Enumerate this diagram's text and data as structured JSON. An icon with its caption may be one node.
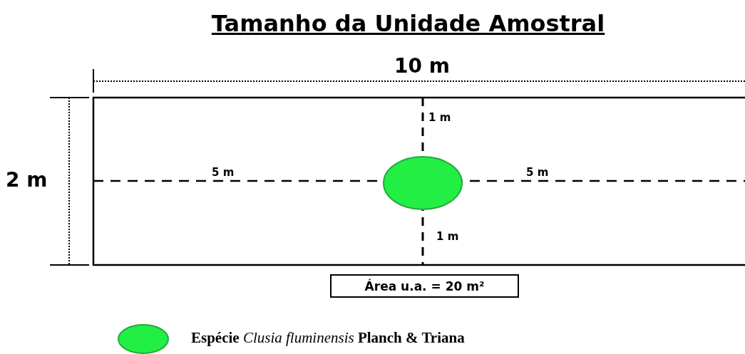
{
  "diagram": {
    "title": "Tamanho da Unidade Amostral",
    "nodes": [
      {
        "text": [],
        "shape": "circle"
      },
      {
        "text": [
          "Área u.a. = 20 m²"
        ]
      }
    ],
    "edges": [],
    "labels": [
      "10 m",
      "2 m",
      "1 m",
      "5 m",
      "5 m",
      "1 m"
    ],
    "legend": [
      {
        "text": "Espécie *Clusia fluminensis* Planch & Triana",
        "color": "#22ee44"
      }
    ]
  }
}
